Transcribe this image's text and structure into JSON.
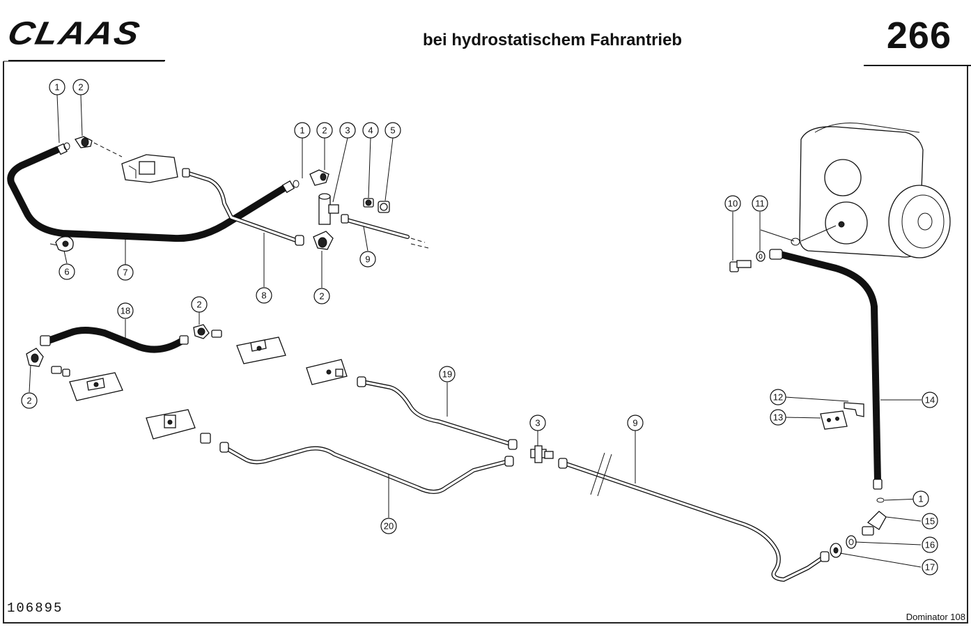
{
  "header": {
    "brand": "CLAAS",
    "title": "bei hydrostatischem Fahrantrieb",
    "page_number": "266"
  },
  "footer": {
    "reference_number": "106895",
    "model": "Dominator 108"
  },
  "callouts": [
    {
      "label": "1"
    },
    {
      "label": "2"
    },
    {
      "label": "1"
    },
    {
      "label": "2"
    },
    {
      "label": "3"
    },
    {
      "label": "4"
    },
    {
      "label": "5"
    },
    {
      "label": "1"
    },
    {
      "label": "2"
    },
    {
      "label": "9"
    },
    {
      "label": "6"
    },
    {
      "label": "7"
    },
    {
      "label": "8"
    },
    {
      "label": "2"
    },
    {
      "label": "18"
    },
    {
      "label": "2"
    },
    {
      "label": "2"
    },
    {
      "label": "19"
    },
    {
      "label": "3"
    },
    {
      "label": "9"
    },
    {
      "label": "20"
    },
    {
      "label": "10"
    },
    {
      "label": "11"
    },
    {
      "label": "12"
    },
    {
      "label": "13"
    },
    {
      "label": "14"
    },
    {
      "label": "1"
    },
    {
      "label": "15"
    },
    {
      "label": "16"
    },
    {
      "label": "17"
    }
  ]
}
